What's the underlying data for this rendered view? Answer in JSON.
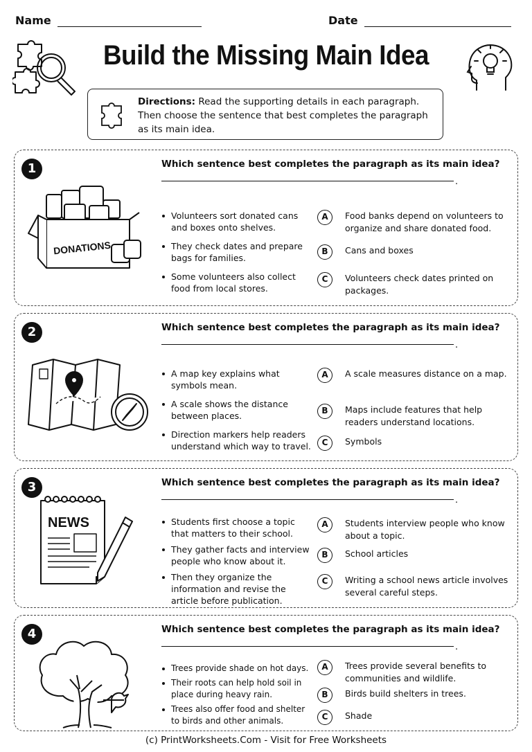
{
  "header": {
    "name_label": "Name",
    "date_label": "Date"
  },
  "title": "Build the Missing Main Idea",
  "directions": {
    "lead": "Directions:",
    "text": " Read the supporting details in each paragraph. Then choose the sentence that best completes the paragraph as its main idea."
  },
  "question_text": "Which sentence best completes the paragraph as its main idea?",
  "items": [
    {
      "number": "1",
      "art_label": "DONATIONS",
      "details": [
        "Volunteers sort donated cans and boxes onto shelves.",
        "They check dates and prepare bags for families.",
        "Some volunteers also collect food from local stores."
      ],
      "options": [
        {
          "letter": "A",
          "text": "Food banks depend on volunteers to organize and share donated food."
        },
        {
          "letter": "B",
          "text": "Cans and boxes"
        },
        {
          "letter": "C",
          "text": "Volunteers check dates printed on packages."
        }
      ]
    },
    {
      "number": "2",
      "details": [
        "A map key explains what symbols mean.",
        "A scale shows the distance between places.",
        "Direction markers help readers understand which way to travel."
      ],
      "options": [
        {
          "letter": "A",
          "text": "A scale measures distance on a map."
        },
        {
          "letter": "B",
          "text": "Maps include features that help readers understand locations."
        },
        {
          "letter": "C",
          "text": "Symbols"
        }
      ]
    },
    {
      "number": "3",
      "art_label": "NEWS",
      "details": [
        "Students first choose a topic that matters to their school.",
        "They gather facts and interview people who know about it.",
        "Then they organize the information and revise the article before publication."
      ],
      "options": [
        {
          "letter": "A",
          "text": "Students interview people who know about a topic."
        },
        {
          "letter": "B",
          "text": "School articles"
        },
        {
          "letter": "C",
          "text": "Writing a school news article involves several careful steps."
        }
      ]
    },
    {
      "number": "4",
      "details": [
        "Trees provide shade on hot days.",
        "Their roots can help hold soil in place during heavy rain.",
        "Trees also offer food and shelter to birds and other animals."
      ],
      "options": [
        {
          "letter": "A",
          "text": "Trees provide several benefits to communities and wildlife."
        },
        {
          "letter": "B",
          "text": "Birds build shelters in trees."
        },
        {
          "letter": "C",
          "text": "Shade"
        }
      ]
    }
  ],
  "footer": "(c) PrintWorksheets.Com - Visit for Free Worksheets"
}
